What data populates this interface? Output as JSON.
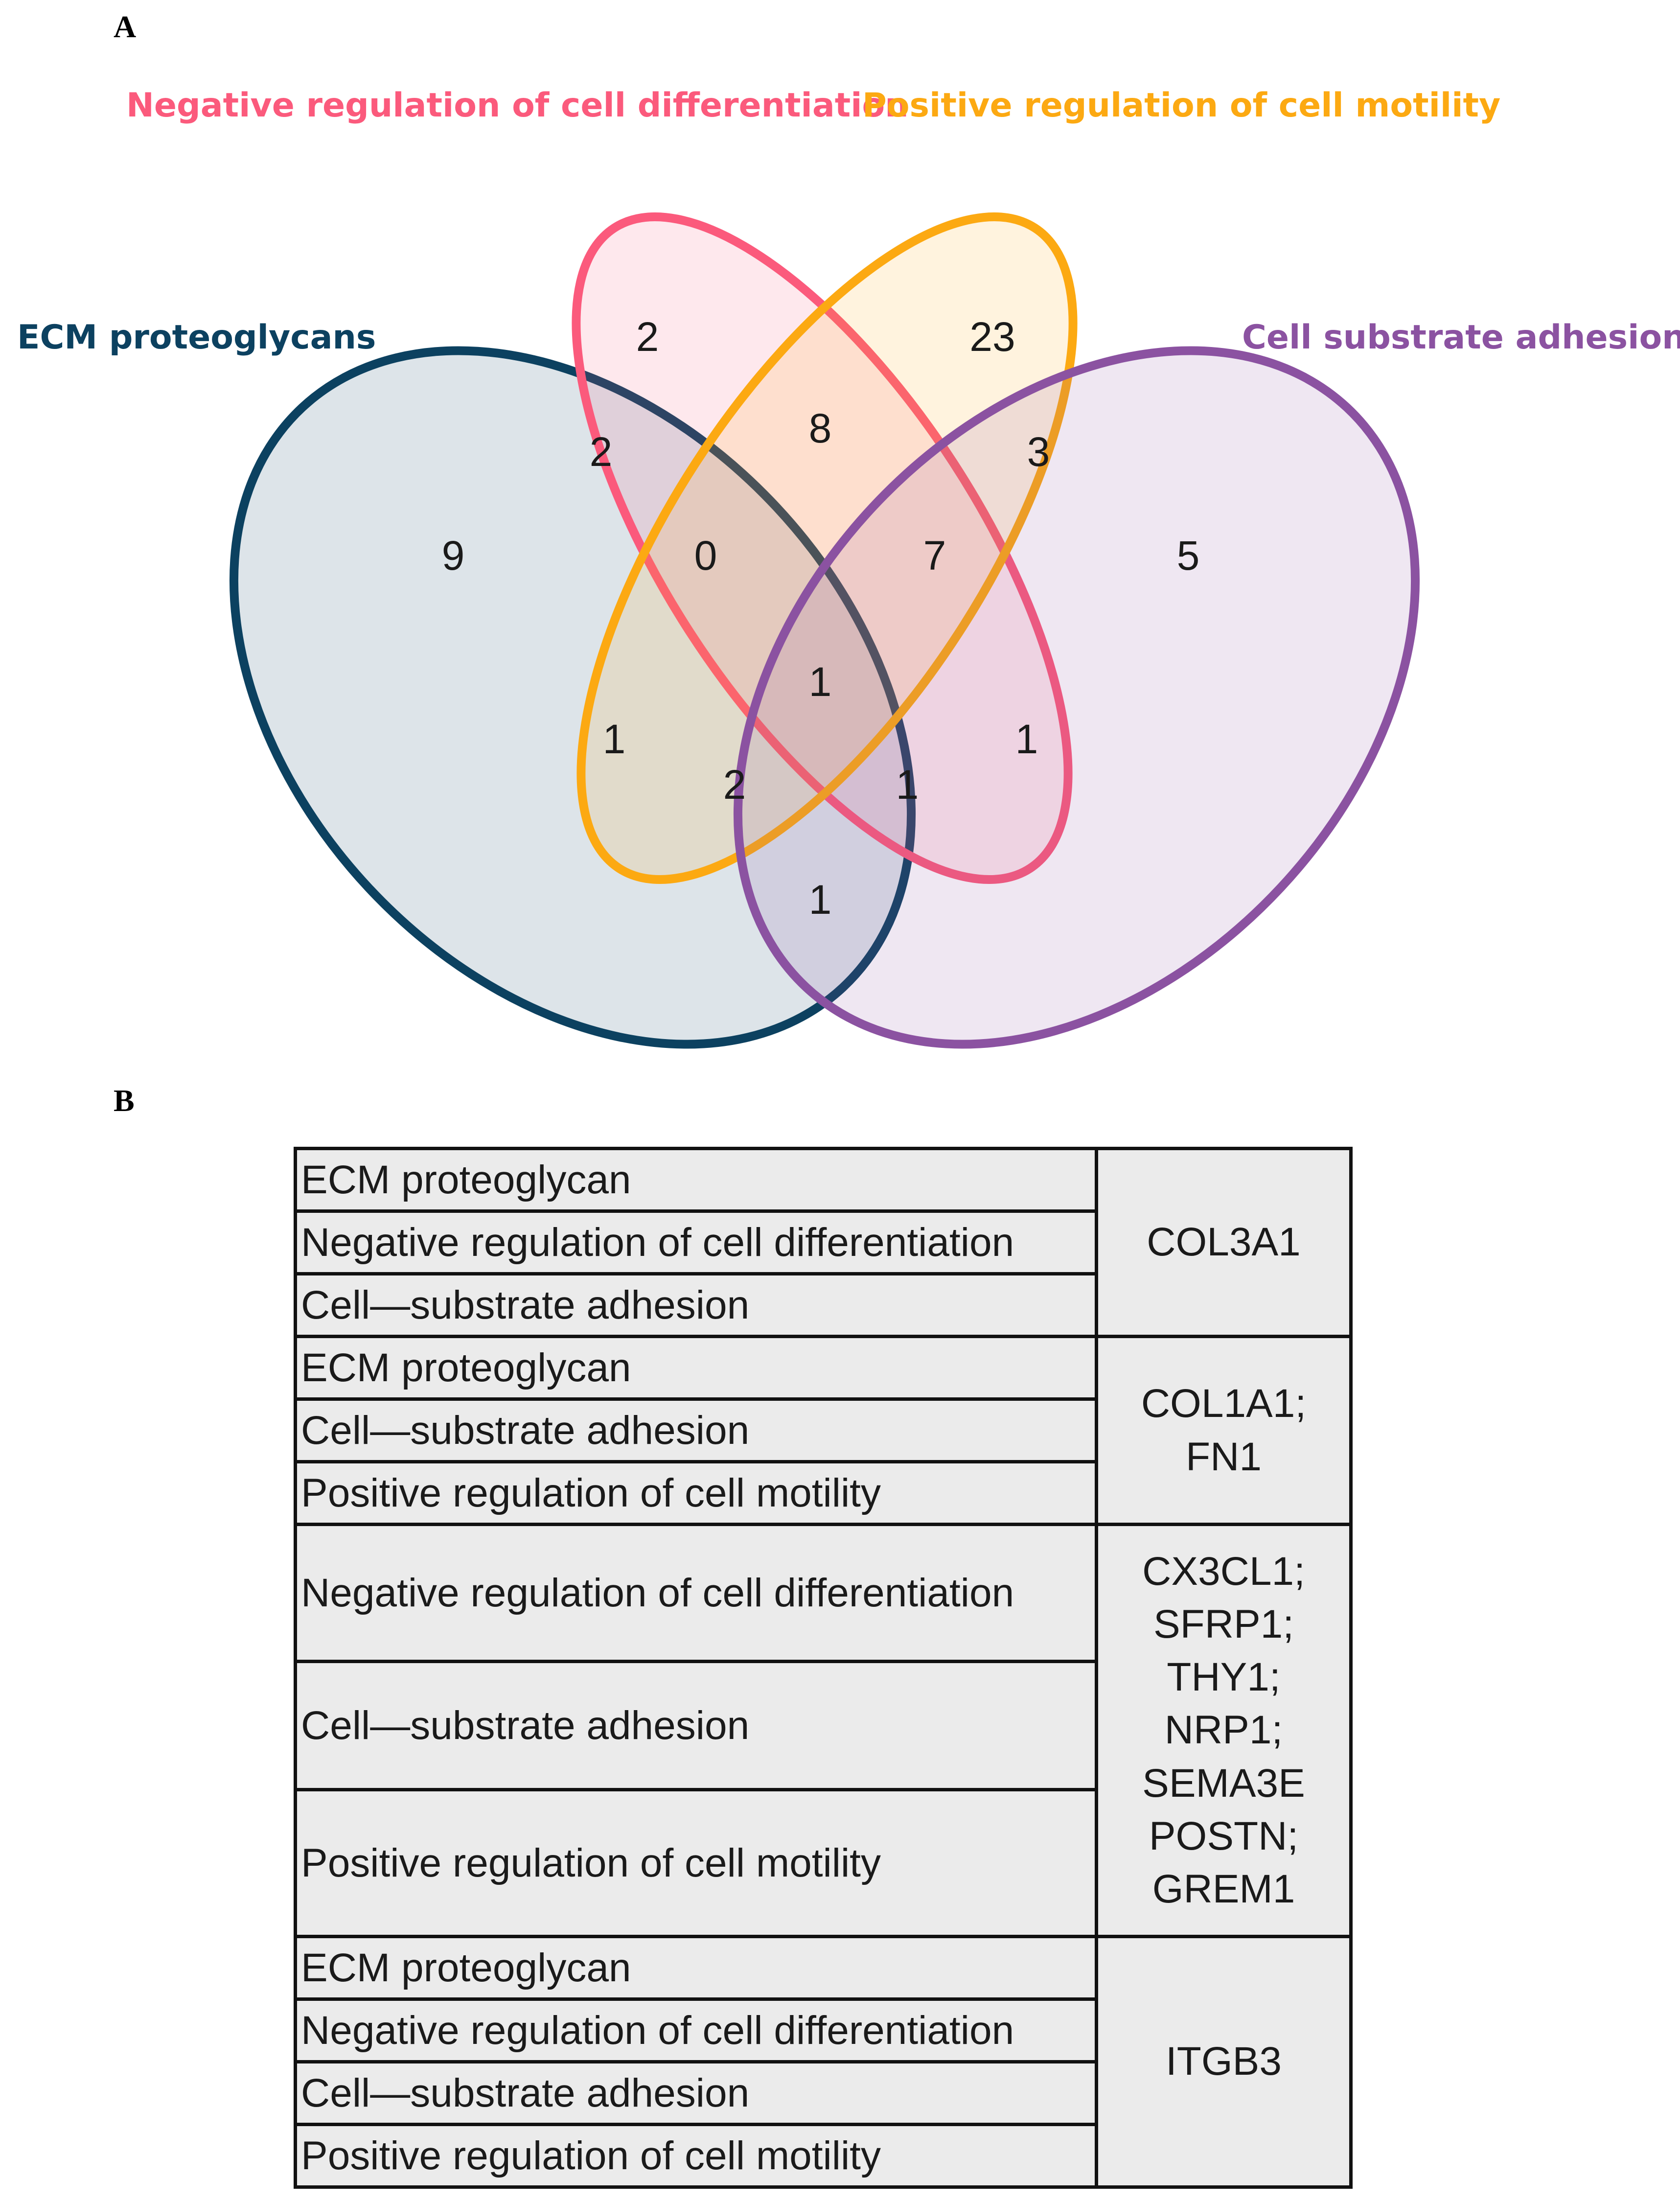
{
  "panels": {
    "a_label": "A",
    "b_label": "B"
  },
  "colors": {
    "ecm": "#0c4160",
    "neg_diff": "#fb5a7c",
    "pos_motility": "#fca912",
    "adhesion": "#8b52a1"
  },
  "venn": {
    "sets": {
      "ecm": "ECM proteoglycans",
      "neg_diff": "Negative regulation of cell differentiation",
      "pos_motility": "Positive regulation of cell motility",
      "adhesion": "Cell substrate adhesion"
    },
    "regions": {
      "ecm_only": "9",
      "neg_diff_only": "2",
      "pos_motility_only": "23",
      "adhesion_only": "5",
      "ecm_neg": "2",
      "neg_pos": "8",
      "pos_adh": "3",
      "ecm_adh": "1",
      "ecm_pos": "1",
      "neg_adh": "1",
      "ecm_neg_pos": "0",
      "neg_pos_adh": "7",
      "ecm_pos_adh": "2",
      "ecm_neg_adh": "1",
      "all_four": "1"
    }
  },
  "table": {
    "groups": [
      {
        "terms": [
          "ECM proteoglycan",
          "Negative regulation of cell differentiation",
          "Cell—substrate adhesion"
        ],
        "genes": [
          "COL3A1"
        ]
      },
      {
        "terms": [
          "ECM proteoglycan",
          "Cell—substrate adhesion",
          "Positive regulation of cell motility"
        ],
        "genes": [
          "COL1A1;",
          "FN1"
        ]
      },
      {
        "terms": [
          "Negative regulation of cell differentiation",
          "Cell—substrate adhesion",
          "Positive regulation of cell motility"
        ],
        "genes": [
          "CX3CL1;",
          "SFRP1;",
          "THY1;",
          "NRP1;",
          "SEMA3E",
          "POSTN;",
          "GREM1"
        ]
      },
      {
        "terms": [
          "ECM proteoglycan",
          "Negative regulation of cell differentiation",
          "Cell—substrate adhesion",
          "Positive regulation of cell motility"
        ],
        "genes": [
          "ITGB3"
        ]
      }
    ]
  }
}
